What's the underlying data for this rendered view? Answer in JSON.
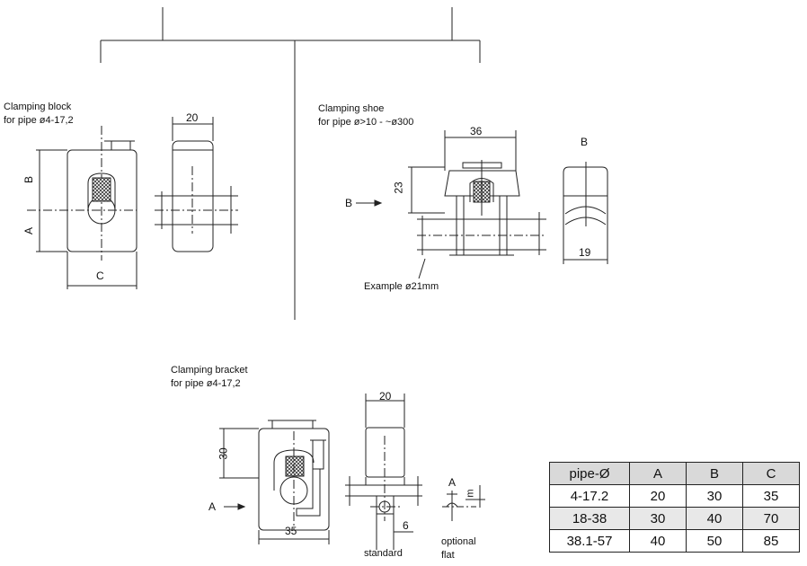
{
  "captions": {
    "block_title": "Clamping block",
    "block_sub": "for pipe ø4-17,2",
    "shoe_title": "Clamping shoe",
    "shoe_sub": "for pipe  ø>10 - ~ø300",
    "bracket_title": "Clamping bracket",
    "bracket_sub": "for pipe ø4-17,2",
    "example": "Example ø21mm",
    "standard": "standard",
    "optional": "optional",
    "flat": "flat"
  },
  "dims": {
    "block_width": "20",
    "label_B": "B",
    "label_A": "A",
    "label_C": "C",
    "shoe_width": "36",
    "shoe_height": "23",
    "shoe_depth": "19",
    "view_B": "B",
    "bracket_height": "30",
    "bracket_width": "35",
    "bracket_depth": "20",
    "bracket_offset": "6",
    "view_A": "A",
    "flat_m": "m"
  },
  "table": {
    "headers": [
      "pipe-Ø",
      "A",
      "B",
      "C"
    ],
    "rows": [
      [
        "4-17.2",
        "20",
        "30",
        "35"
      ],
      [
        "18-38",
        "30",
        "40",
        "70"
      ],
      [
        "38.1-57",
        "40",
        "50",
        "85"
      ]
    ]
  }
}
